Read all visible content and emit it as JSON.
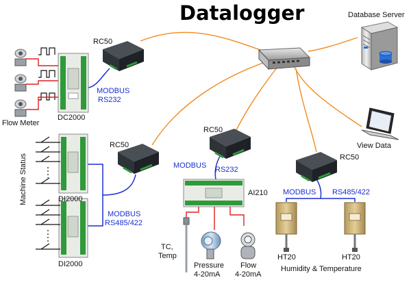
{
  "title": "Datalogger",
  "labels": {
    "database_server": "Database Server",
    "view_data": "View Data",
    "rc50": "RC50",
    "dc2000": "DC2000",
    "flow_meter": "Flow Meter",
    "modbus": "MODBUS",
    "rs232": "RS232",
    "rs485_422": "RS485/422",
    "di2000": "DI2000",
    "machine_status": "Machine Status",
    "ai210": "AI210",
    "tc_temp_line1": "TC,",
    "tc_temp_line2": "Temp",
    "pressure": "Pressure",
    "flow": "Flow",
    "current_range": "4-20mA",
    "ht20": "HT20",
    "humidity_temperature": "Humidity & Temperature"
  },
  "colors": {
    "network_link": "#f28a1c",
    "modbus_link": "#1a2fd0",
    "sensor_wire": "#e02020",
    "device_body": "#2e3338",
    "module_green": "#2f9a3a"
  }
}
